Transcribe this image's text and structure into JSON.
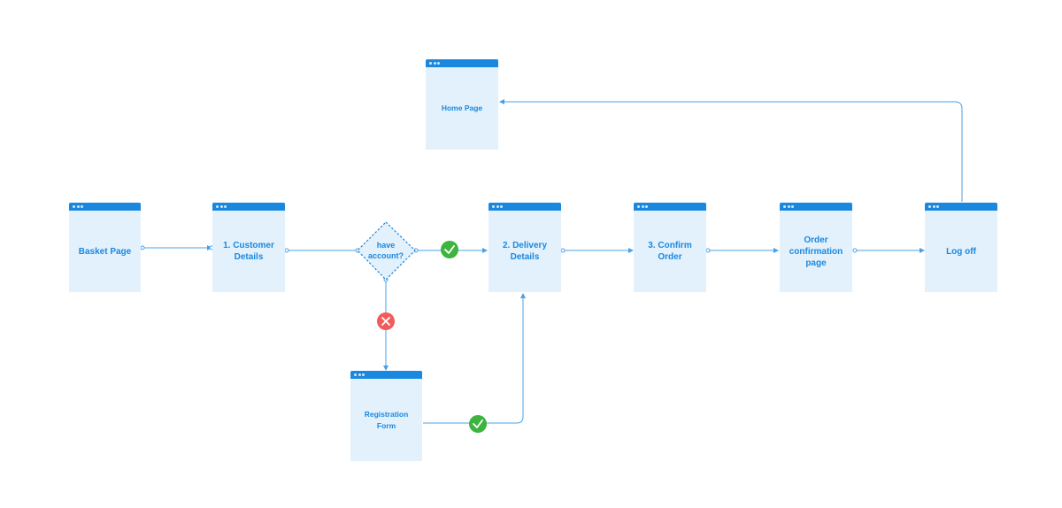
{
  "pages": {
    "basket": "Basket Page",
    "customer_details": "1. Customer Details",
    "delivery_details": "2. Delivery Details",
    "confirm_order": "3. Confirm Order",
    "order_confirmation": "Order confirmation page",
    "log_off": "Log off",
    "home": "Home Page",
    "registration": "Registration Form"
  },
  "decision": {
    "label": "have account?"
  },
  "icons": {
    "yes": "check-icon",
    "no": "cross-icon"
  },
  "colors": {
    "accent": "#1a88df",
    "page_fill": "#e3f1fc",
    "yes": "#3db43d",
    "no": "#f05c5c",
    "connector": "#4aa0e6"
  }
}
